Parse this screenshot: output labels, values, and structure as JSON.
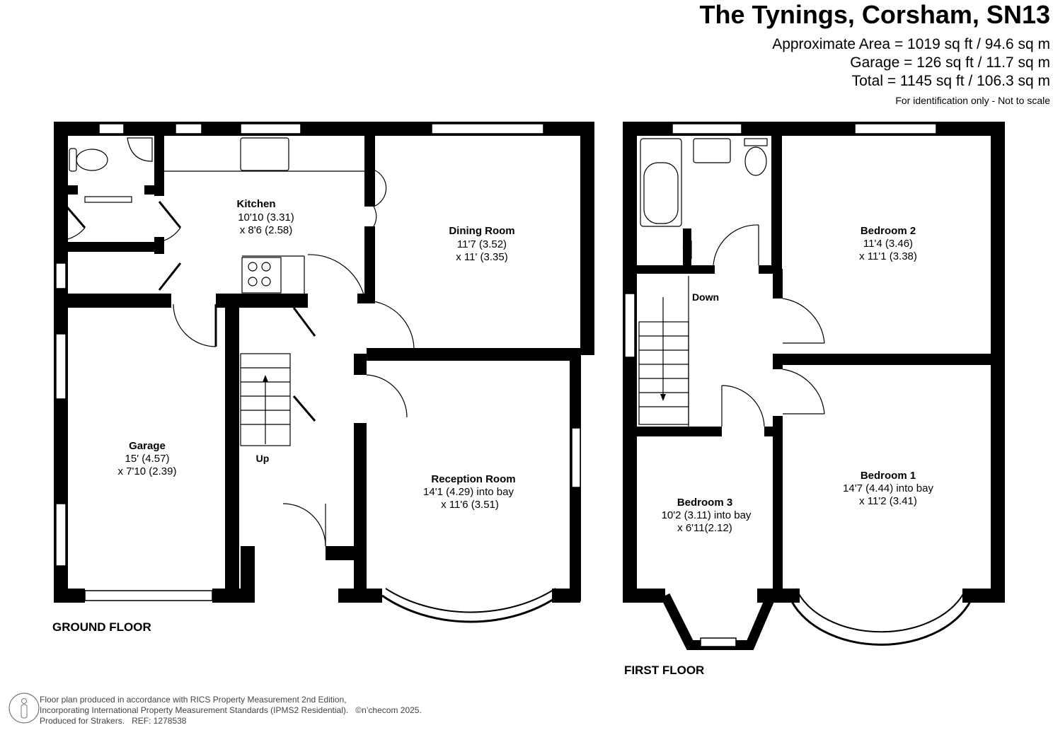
{
  "header": {
    "title": "The Tynings, Corsham, SN13",
    "approximate_area": "Approximate Area = 1019 sq ft / 94.6 sq m",
    "garage_area": "Garage = 126 sq ft / 11.7 sq m",
    "total_area": "Total = 1145 sq ft / 106.3 sq m",
    "note": "For identification only - Not to scale"
  },
  "ground_floor": {
    "label": "GROUND FLOOR",
    "stairs_label": "Up",
    "rooms": [
      {
        "name": "Kitchen",
        "dim1": "10'10 (3.31)",
        "dim2": "x 8'6 (2.58)"
      },
      {
        "name": "Dining Room",
        "dim1": "11'7 (3.52)",
        "dim2": "x 11' (3.35)"
      },
      {
        "name": "Garage",
        "dim1": "15' (4.57)",
        "dim2": "x 7'10 (2.39)"
      },
      {
        "name": "Reception Room",
        "dim1": "14'1 (4.29) into bay",
        "dim2": "x 11'6 (3.51)"
      }
    ]
  },
  "first_floor": {
    "label": "FIRST FLOOR",
    "stairs_label": "Down",
    "rooms": [
      {
        "name": "Bedroom 2",
        "dim1": "11'4 (3.46)",
        "dim2": "x 11'1 (3.38)"
      },
      {
        "name": "Bedroom 1",
        "dim1": "14'7 (4.44) into bay",
        "dim2": "x 11'2 (3.41)"
      },
      {
        "name": "Bedroom 3",
        "dim1": "10'2 (3.11) into bay",
        "dim2": "x 6'11(2.12)"
      }
    ]
  },
  "footer": {
    "line1": "Floor plan produced in accordance with RICS Property Measurement 2nd Edition,",
    "line2": "Incorporating International Property Measurement Standards (IPMS2 Residential).",
    "copyright": "©n’checom 2025.",
    "line3": "Produced for Strakers.",
    "ref": "REF: 1278538"
  }
}
